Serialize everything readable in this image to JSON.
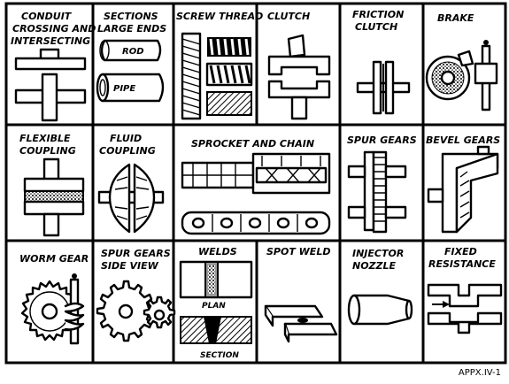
{
  "cells": {
    "conduit": {
      "line1": "CONDUIT",
      "line2": "CROSSING AND",
      "line3": "INTERSECTING"
    },
    "sections": {
      "line1": "SECTIONS",
      "line2": "LARGE ENDS",
      "rod": "ROD",
      "pipe": "PIPE"
    },
    "screw_thread": {
      "title": "SCREW THREAD"
    },
    "clutch": {
      "title": "CLUTCH"
    },
    "friction_clutch": {
      "line1": "FRICTION",
      "line2": "CLUTCH"
    },
    "brake": {
      "title": "BRAKE"
    },
    "flexible_coupling": {
      "line1": "FLEXIBLE",
      "line2": "COUPLING"
    },
    "fluid_coupling": {
      "line1": "FLUID",
      "line2": "COUPLING"
    },
    "sprocket_chain": {
      "title": "SPROCKET AND CHAIN"
    },
    "spur_gears": {
      "title": "SPUR GEARS"
    },
    "bevel_gears": {
      "title": "BEVEL GEARS"
    },
    "worm_gear": {
      "title": "WORM GEAR"
    },
    "spur_gears_side": {
      "line1": "SPUR GEARS",
      "line2": "SIDE VIEW"
    },
    "welds": {
      "title": "WELDS",
      "plan": "PLAN",
      "section": "SECTION"
    },
    "spot_weld": {
      "title": "SPOT WELD"
    },
    "injector_nozzle": {
      "line1": "INJECTOR",
      "line2": "NOZZLE"
    },
    "fixed_resistance": {
      "line1": "FIXED",
      "line2": "RESISTANCE"
    }
  },
  "figure_number": "APPX.IV-1"
}
